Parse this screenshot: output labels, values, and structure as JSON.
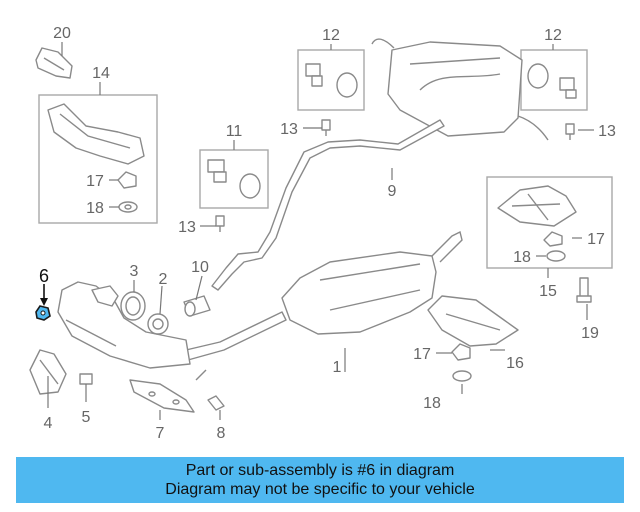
{
  "diagram": {
    "callouts": {
      "c1": "1",
      "c2": "2",
      "c3": "3",
      "c4": "4",
      "c5": "5",
      "c6": "6",
      "c7": "7",
      "c8": "8",
      "c9": "9",
      "c10": "10",
      "c11": "11",
      "c12a": "12",
      "c12b": "12",
      "c13a": "13",
      "c13b": "13",
      "c13c": "13",
      "c14": "14",
      "c15": "15",
      "c16": "16",
      "c17a": "17",
      "c17b": "17",
      "c17c": "17",
      "c18a": "18",
      "c18b": "18",
      "c18c": "18",
      "c19": "19",
      "c20": "20"
    },
    "highlight_color": "#4fb8f0"
  },
  "banner": {
    "line1": "Part or sub-assembly is #6 in diagram",
    "line2": "Diagram may not be specific to your vehicle",
    "color": "#4fb8f0"
  }
}
